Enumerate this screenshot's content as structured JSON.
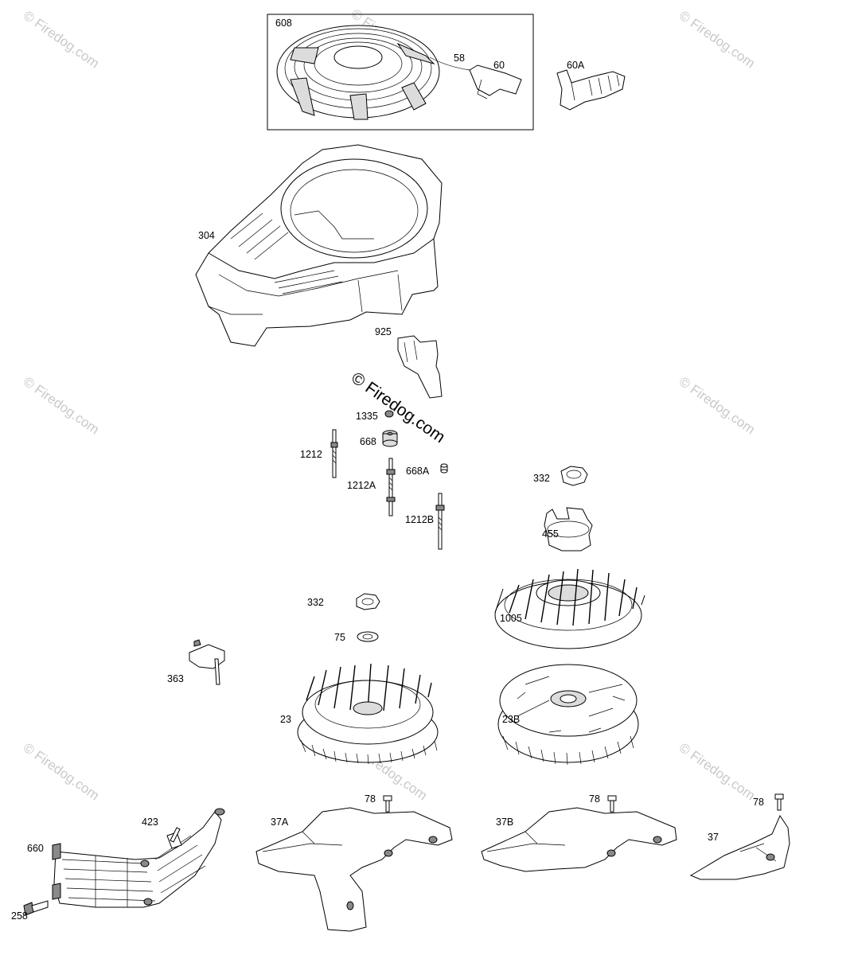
{
  "diagram": {
    "watermark": "© Firedog.com",
    "part_labels": {
      "p608": "608",
      "p58": "58",
      "p60": "60",
      "p60A": "60A",
      "p304": "304",
      "p925": "925",
      "p1335": "1335",
      "p668": "668",
      "p1212": "1212",
      "p1212A": "1212A",
      "p668A": "668A",
      "p1212B": "1212B",
      "p332_top": "332",
      "p455": "455",
      "p332_mid": "332",
      "p75": "75",
      "p1005": "1005",
      "p363": "363",
      "p23": "23",
      "p23B": "23B",
      "p423": "423",
      "p660": "660",
      "p258": "258",
      "p37A": "37A",
      "p78_a": "78",
      "p37B": "37B",
      "p78_b": "78",
      "p78_c": "78",
      "p37": "37"
    }
  }
}
